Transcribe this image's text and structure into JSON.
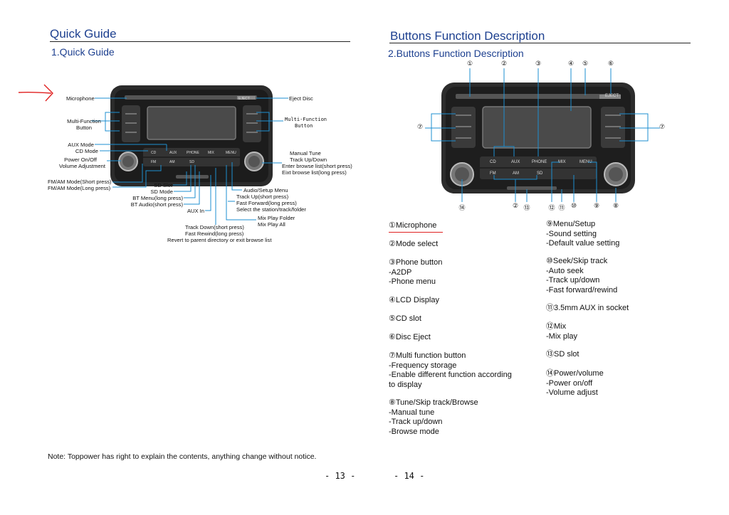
{
  "left": {
    "heading": "Quick Guide",
    "subheading": "1.Quick Guide",
    "radio_buttons": {
      "cd": "CD",
      "aux": "AUX",
      "phone": "PHONE",
      "mix": "MIX",
      "menu": "MENU",
      "fm": "FM",
      "am": "AM",
      "sd": "SD",
      "eject": "EJECT"
    },
    "labels": {
      "microphone": "Microphone",
      "multi_function_left_1": "Multi-Function",
      "multi_function_left_2": "Button",
      "aux_mode": "AUX Mode",
      "cd_mode": "CD Mode",
      "power": "Power On/Off",
      "volume": "Volume Adjustment",
      "fm_am_short": "FM/AM Mode(Short press)",
      "fm_am_long": "FM/AM Mode(Long press)",
      "sd_slot": "SD Slot",
      "sd_mode": "SD Mode",
      "bt_menu": "BT Menu(long press)",
      "bt_audio": "BT Audio(short press)",
      "aux_in": "AUX In",
      "eject_disc": "Eject Disc",
      "multi_function_right_1": "Multi-Function",
      "multi_function_right_2": "Button",
      "manual_tune": "Manual Tune",
      "track_up_down": "Track Up/Down",
      "enter_browse": "Enter browse list(short press)",
      "exit_browse": "Eixt browse list(long press)",
      "audio_setup": "Audio/Setup Menu",
      "track_up_short": "Track Up(short press)",
      "fast_forward": "Fast Forward(long press)",
      "select_station": "Select the station/track/folder",
      "mix_folder": "Mix Play Folder",
      "mix_all": "Mix Play All",
      "track_down": "Track Down(short press)",
      "fast_rewind": "Fast Rewind(long press)",
      "revert": "Revert to parent directory or exit browse list"
    },
    "note": "Note: Toppower has right to explain the contents, anything change without notice.",
    "page_number": "- 13 -"
  },
  "right": {
    "heading": "Buttons Function Description",
    "subheading": "2.Buttons Function Description",
    "callouts": [
      "①",
      "②",
      "③",
      "④",
      "⑤",
      "⑥",
      "⑦",
      "⑦",
      "⑭",
      "②",
      "⑬",
      "⑫",
      "⑪",
      "⑩",
      "⑨",
      "⑧"
    ],
    "items_col1": [
      {
        "lines": [
          "①Microphone"
        ]
      },
      {
        "lines": [
          "②Mode select"
        ]
      },
      {
        "lines": [
          "③Phone button",
          "-A2DP",
          "-Phone menu"
        ]
      },
      {
        "lines": [
          "④LCD Display"
        ]
      },
      {
        "lines": [
          "⑤CD slot"
        ]
      },
      {
        "lines": [
          "⑥Disc Eject"
        ]
      },
      {
        "lines": [
          "⑦Multi function button",
          "-Frequency storage",
          "-Enable different function according",
          "to display"
        ]
      },
      {
        "lines": [
          "⑧Tune/Skip track/Browse",
          "-Manual tune",
          "-Track up/down",
          "-Browse mode"
        ]
      }
    ],
    "items_col2": [
      {
        "lines": [
          "⑨Menu/Setup",
          "-Sound setting",
          "-Default value setting"
        ]
      },
      {
        "lines": [
          "⑩Seek/Skip track",
          "-Auto seek",
          "-Track up/down",
          "-Fast forward/rewind"
        ]
      },
      {
        "lines": [
          "⑪3.5mm AUX in socket"
        ]
      },
      {
        "lines": [
          "⑫Mix",
          "-Mix play"
        ]
      },
      {
        "lines": [
          "⑬SD slot"
        ]
      },
      {
        "lines": [
          "⑭Power/volume",
          "-Power on/off",
          "-Volume adjust"
        ]
      }
    ],
    "page_number": "- 14 -"
  },
  "colors": {
    "heading": "#1c3f8f",
    "leader": "#1e8fd0",
    "annotation": "#e02020"
  }
}
